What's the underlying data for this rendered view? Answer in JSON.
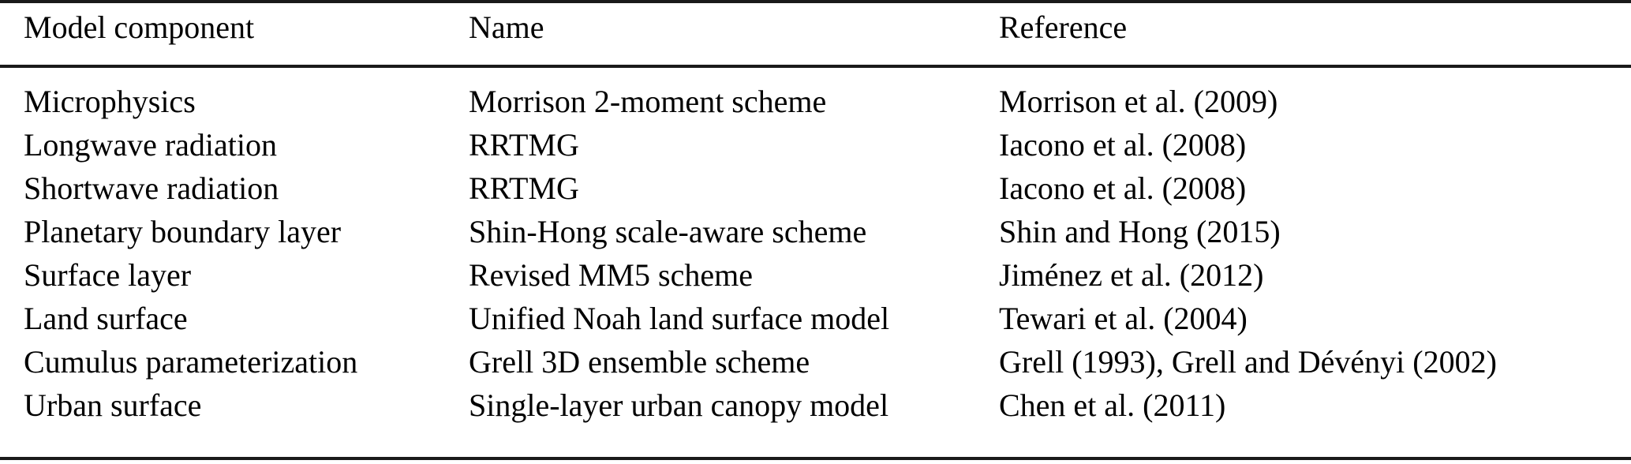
{
  "table": {
    "columns": [
      {
        "key": "component",
        "header": "Model component"
      },
      {
        "key": "name",
        "header": "Name"
      },
      {
        "key": "reference",
        "header": "Reference"
      }
    ],
    "headers": {
      "component": "Model component",
      "name": "Name",
      "reference": "Reference"
    },
    "rows": [
      {
        "component": "Microphysics",
        "name": "Morrison 2-moment scheme",
        "reference": "Morrison et al. (2009)"
      },
      {
        "component": "Longwave radiation",
        "name": "RRTMG",
        "reference": "Iacono et al. (2008)"
      },
      {
        "component": "Shortwave radiation",
        "name": "RRTMG",
        "reference": "Iacono et al. (2008)"
      },
      {
        "component": "Planetary boundary layer",
        "name": "Shin-Hong scale-aware scheme",
        "reference": "Shin and Hong (2015)"
      },
      {
        "component": "Surface layer",
        "name": "Revised MM5 scheme",
        "reference": "Jiménez et al. (2012)"
      },
      {
        "component": "Land surface",
        "name": "Unified Noah land surface model",
        "reference": "Tewari et al. (2004)"
      },
      {
        "component": "Cumulus parameterization",
        "name": "Grell 3D ensemble scheme",
        "reference": "Grell (1993), Grell and Dévényi (2002)"
      },
      {
        "component": "Urban surface",
        "name": "Single-layer urban canopy model",
        "reference": "Chen et al. (2011)"
      }
    ]
  },
  "style": {
    "rule_color": "#1a1a1a",
    "text_color": "#000000",
    "background": "#ffffff"
  }
}
